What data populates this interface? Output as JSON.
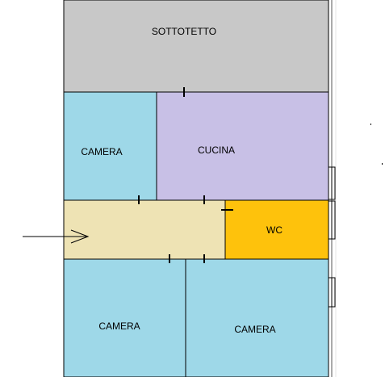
{
  "colors": {
    "attic": "#c8c8c8",
    "bedroom": "#9ed8e8",
    "kitchen": "#c8c0e6",
    "corridor": "#eee3b4",
    "bathroom": "#fec20c",
    "walls": "#000000",
    "grid_line": "#e6e6e6",
    "background": "#ffffff"
  },
  "rooms": {
    "attic": {
      "label": "SOTTOTETTO"
    },
    "bedroom_top": {
      "label": "CAMERA"
    },
    "kitchen": {
      "label": "CUCINA"
    },
    "corridor": {
      "label": ""
    },
    "bathroom": {
      "label": "WC"
    },
    "bedroom_bottom_left": {
      "label": "CAMERA"
    },
    "bedroom_bottom_right": {
      "label": "CAMERA"
    }
  },
  "entrance": {
    "icon": "entrance-arrow-icon"
  }
}
